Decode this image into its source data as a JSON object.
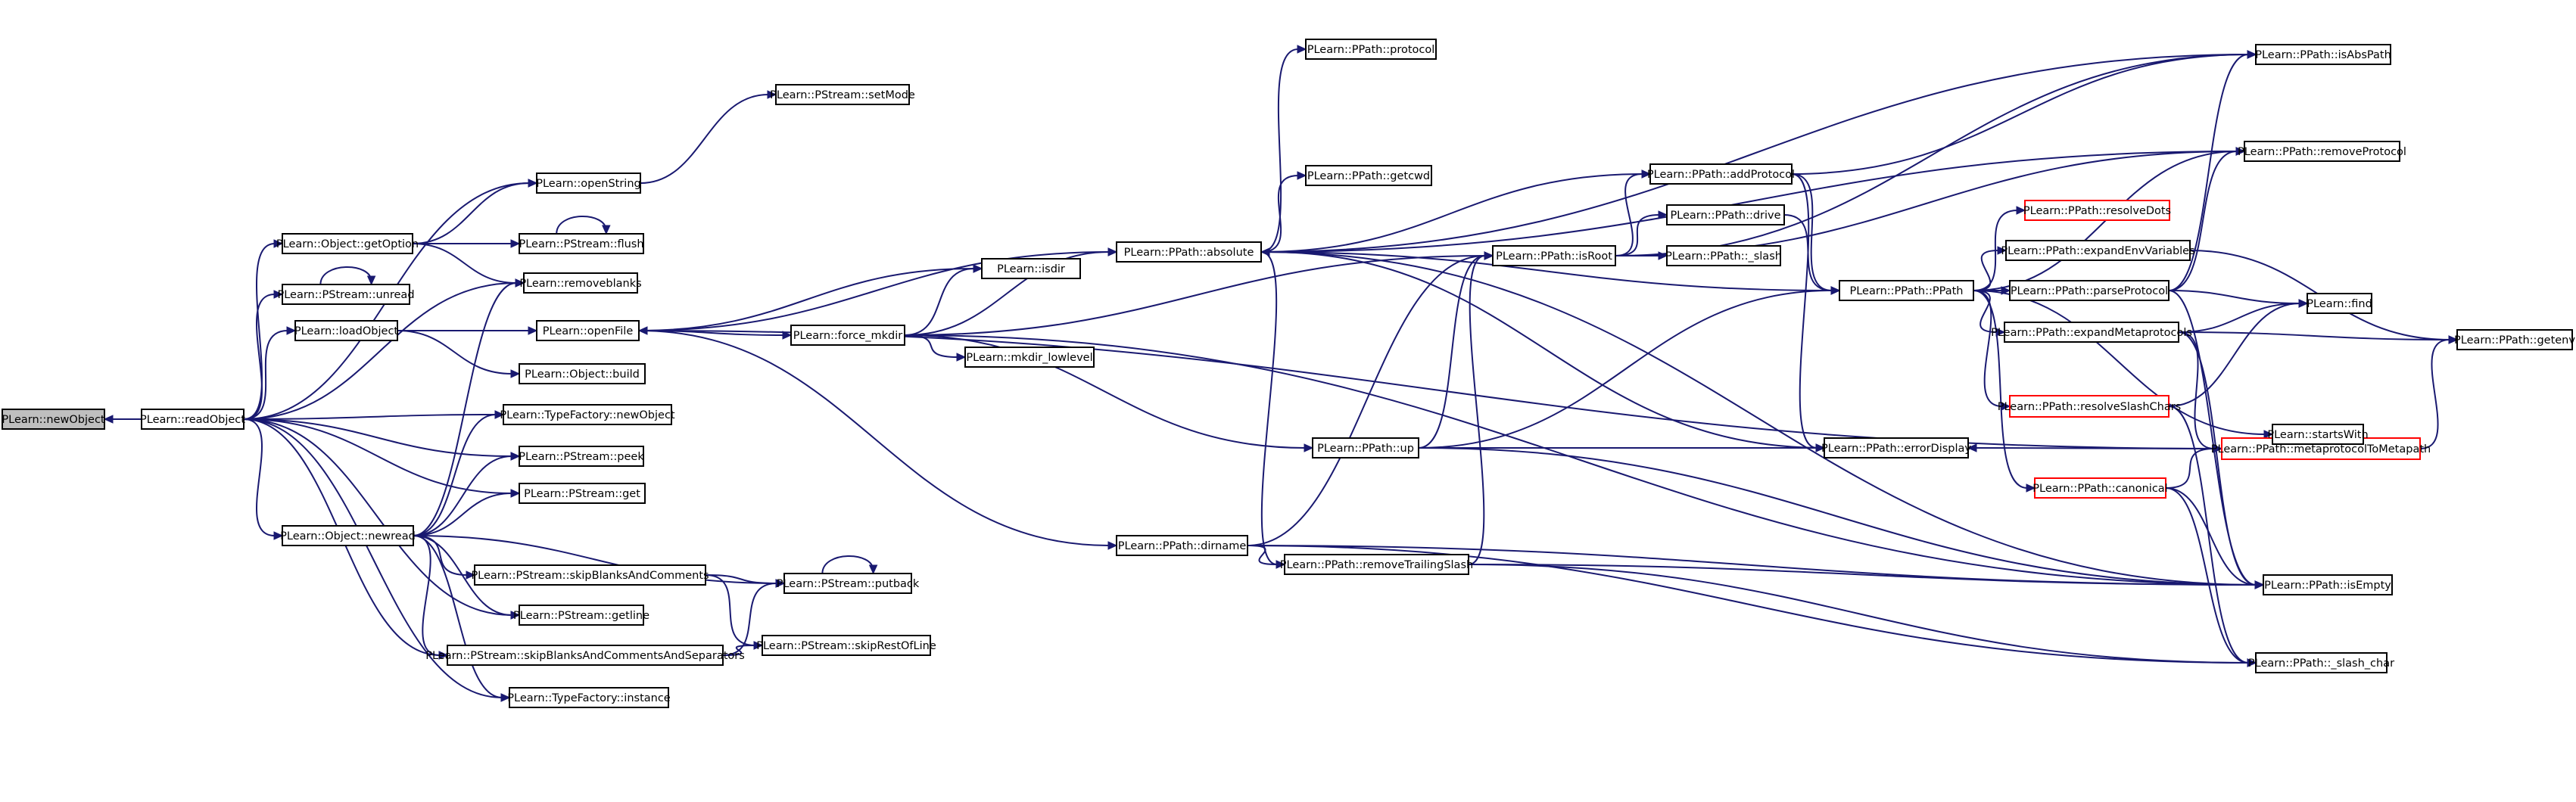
{
  "graph": {
    "nodes": [
      {
        "id": "newObject",
        "label": "PLearn::newObject",
        "style": "selected"
      },
      {
        "id": "readObject",
        "label": "PLearn::readObject"
      },
      {
        "id": "openString",
        "label": "PLearn::openString"
      },
      {
        "id": "setMode",
        "label": "PLearn::PStream::setMode"
      },
      {
        "id": "getOption",
        "label": "PLearn::Object::getOption"
      },
      {
        "id": "flush",
        "label": "PLearn::PStream::flush"
      },
      {
        "id": "removeblanks",
        "label": "PLearn::removeblanks"
      },
      {
        "id": "unread",
        "label": "PLearn::PStream::unread"
      },
      {
        "id": "loadObject",
        "label": "PLearn::loadObject"
      },
      {
        "id": "openFile",
        "label": "PLearn::openFile"
      },
      {
        "id": "build",
        "label": "PLearn::Object::build"
      },
      {
        "id": "tfNewObject",
        "label": "PLearn::TypeFactory::newObject"
      },
      {
        "id": "peek",
        "label": "PLearn::PStream::peek"
      },
      {
        "id": "get",
        "label": "PLearn::PStream::get"
      },
      {
        "id": "newread",
        "label": "PLearn::Object::newread"
      },
      {
        "id": "skipBC",
        "label": "PLearn::PStream::skipBlanksAndComments"
      },
      {
        "id": "putback",
        "label": "PLearn::PStream::putback"
      },
      {
        "id": "getline",
        "label": "PLearn::PStream::getline"
      },
      {
        "id": "skipBCS",
        "label": "PLearn::PStream::skipBlanksAndCommentsAndSeparators"
      },
      {
        "id": "skipRest",
        "label": "PLearn::PStream::skipRestOfLine"
      },
      {
        "id": "instance",
        "label": "PLearn::TypeFactory::instance"
      },
      {
        "id": "isdir",
        "label": "PLearn::isdir"
      },
      {
        "id": "forceMkdir",
        "label": "PLearn::force_mkdir"
      },
      {
        "id": "mkdirLow",
        "label": "PLearn::mkdir_lowlevel"
      },
      {
        "id": "absolute",
        "label": "PLearn::PPath::absolute"
      },
      {
        "id": "protocol",
        "label": "PLearn::PPath::protocol"
      },
      {
        "id": "getcwd",
        "label": "PLearn::PPath::getcwd"
      },
      {
        "id": "up",
        "label": "PLearn::PPath::up"
      },
      {
        "id": "dirname",
        "label": "PLearn::PPath::dirname"
      },
      {
        "id": "removeTrailing",
        "label": "PLearn::PPath::removeTrailingSlash"
      },
      {
        "id": "isRoot",
        "label": "PLearn::PPath::isRoot"
      },
      {
        "id": "addProtocol",
        "label": "PLearn::PPath::addProtocol"
      },
      {
        "id": "drive",
        "label": "PLearn::PPath::drive"
      },
      {
        "id": "slash",
        "label": "PLearn::PPath::_slash"
      },
      {
        "id": "PPath",
        "label": "PLearn::PPath::PPath"
      },
      {
        "id": "errorDisplay",
        "label": "PLearn::PPath::errorDisplay"
      },
      {
        "id": "resolveDots",
        "label": "PLearn::PPath::resolveDots",
        "style": "truncated"
      },
      {
        "id": "expandEnv",
        "label": "PLearn::PPath::expandEnvVariables"
      },
      {
        "id": "parseProtocol",
        "label": "PLearn::PPath::parseProtocol"
      },
      {
        "id": "expandMeta",
        "label": "PLearn::PPath::expandMetaprotocols"
      },
      {
        "id": "resolveSlash",
        "label": "PLearn::PPath::resolveSlashChars",
        "style": "truncated"
      },
      {
        "id": "canonical",
        "label": "PLearn::PPath::canonical",
        "style": "truncated"
      },
      {
        "id": "metaToMeta",
        "label": "PLearn::PPath::metaprotocolToMetapath",
        "style": "truncated"
      },
      {
        "id": "isAbsPath",
        "label": "PLearn::PPath::isAbsPath"
      },
      {
        "id": "removeProtocol",
        "label": "PLearn::PPath::removeProtocol"
      },
      {
        "id": "find",
        "label": "PLearn::find"
      },
      {
        "id": "getenv",
        "label": "PLearn::PPath::getenv"
      },
      {
        "id": "startsWith",
        "label": "PLearn::startsWith"
      },
      {
        "id": "isEmpty",
        "label": "PLearn::PPath::isEmpty"
      },
      {
        "id": "slashChar",
        "label": "PLearn::PPath::_slash_char"
      }
    ],
    "edges": [
      [
        "readObject",
        "newObject"
      ],
      [
        "readObject",
        "openString"
      ],
      [
        "readObject",
        "getOption"
      ],
      [
        "readObject",
        "removeblanks"
      ],
      [
        "readObject",
        "unread"
      ],
      [
        "readObject",
        "loadObject"
      ],
      [
        "readObject",
        "tfNewObject"
      ],
      [
        "readObject",
        "peek"
      ],
      [
        "readObject",
        "get"
      ],
      [
        "readObject",
        "newread"
      ],
      [
        "readObject",
        "getline"
      ],
      [
        "readObject",
        "skipBCS"
      ],
      [
        "readObject",
        "instance"
      ],
      [
        "openString",
        "setMode"
      ],
      [
        "getOption",
        "openString"
      ],
      [
        "getOption",
        "flush"
      ],
      [
        "getOption",
        "removeblanks"
      ],
      [
        "flush",
        "flush"
      ],
      [
        "unread",
        "unread"
      ],
      [
        "putback",
        "putback"
      ],
      [
        "loadObject",
        "openFile"
      ],
      [
        "loadObject",
        "build"
      ],
      [
        "newread",
        "removeblanks"
      ],
      [
        "newread",
        "tfNewObject"
      ],
      [
        "newread",
        "peek"
      ],
      [
        "newread",
        "get"
      ],
      [
        "newread",
        "skipBC"
      ],
      [
        "newread",
        "putback"
      ],
      [
        "newread",
        "getline"
      ],
      [
        "newread",
        "skipBCS"
      ],
      [
        "newread",
        "instance"
      ],
      [
        "skipBC",
        "putback"
      ],
      [
        "skipBC",
        "skipRest"
      ],
      [
        "skipBCS",
        "putback"
      ],
      [
        "skipBCS",
        "skipRest"
      ],
      [
        "openFile",
        "isdir"
      ],
      [
        "openFile",
        "forceMkdir"
      ],
      [
        "openFile",
        "absolute"
      ],
      [
        "openFile",
        "dirname"
      ],
      [
        "forceMkdir",
        "isdir"
      ],
      [
        "forceMkdir",
        "absolute"
      ],
      [
        "forceMkdir",
        "mkdirLow"
      ],
      [
        "forceMkdir",
        "up"
      ],
      [
        "forceMkdir",
        "isRoot"
      ],
      [
        "forceMkdir",
        "isEmpty"
      ],
      [
        "absolute",
        "protocol"
      ],
      [
        "absolute",
        "getcwd"
      ],
      [
        "absolute",
        "addProtocol"
      ],
      [
        "absolute",
        "PPath"
      ],
      [
        "absolute",
        "isAbsPath"
      ],
      [
        "absolute",
        "removeProtocol"
      ],
      [
        "absolute",
        "removeTrailing"
      ],
      [
        "absolute",
        "isEmpty"
      ],
      [
        "up",
        "isRoot"
      ],
      [
        "up",
        "errorDisplay"
      ],
      [
        "up",
        "isEmpty"
      ],
      [
        "up",
        "PPath"
      ],
      [
        "dirname",
        "removeTrailing"
      ],
      [
        "dirname",
        "isRoot"
      ],
      [
        "dirname",
        "isEmpty"
      ],
      [
        "dirname",
        "slashChar"
      ],
      [
        "removeTrailing",
        "isEmpty"
      ],
      [
        "removeTrailing",
        "slashChar"
      ],
      [
        "removeTrailing",
        "isRoot"
      ],
      [
        "isRoot",
        "drive"
      ],
      [
        "isRoot",
        "slash"
      ],
      [
        "isRoot",
        "isAbsPath"
      ],
      [
        "isRoot",
        "removeProtocol"
      ],
      [
        "isRoot",
        "addProtocol"
      ],
      [
        "addProtocol",
        "PPath"
      ],
      [
        "addProtocol",
        "isAbsPath"
      ],
      [
        "addProtocol",
        "errorDisplay"
      ],
      [
        "drive",
        "PPath"
      ],
      [
        "PPath",
        "resolveDots"
      ],
      [
        "PPath",
        "expandEnv"
      ],
      [
        "PPath",
        "parseProtocol"
      ],
      [
        "PPath",
        "expandMeta"
      ],
      [
        "PPath",
        "resolveSlash"
      ],
      [
        "PPath",
        "canonical"
      ],
      [
        "PPath",
        "removeProtocol"
      ],
      [
        "PPath",
        "startsWith"
      ],
      [
        "parseProtocol",
        "find"
      ],
      [
        "parseProtocol",
        "isAbsPath"
      ],
      [
        "parseProtocol",
        "removeProtocol"
      ],
      [
        "parseProtocol",
        "isEmpty"
      ],
      [
        "expandMeta",
        "getenv"
      ],
      [
        "expandMeta",
        "find"
      ],
      [
        "expandMeta",
        "metaToMeta"
      ],
      [
        "expandMeta",
        "isEmpty"
      ],
      [
        "expandEnv",
        "getenv"
      ],
      [
        "resolveSlash",
        "slashChar"
      ],
      [
        "resolveSlash",
        "find"
      ],
      [
        "canonical",
        "isEmpty"
      ],
      [
        "canonical",
        "slashChar"
      ],
      [
        "canonical",
        "metaToMeta"
      ],
      [
        "metaToMeta",
        "errorDisplay"
      ],
      [
        "metaToMeta",
        "getenv"
      ],
      [
        "metaToMeta",
        "openFile"
      ],
      [
        "errorDisplay",
        "absolute"
      ]
    ]
  }
}
